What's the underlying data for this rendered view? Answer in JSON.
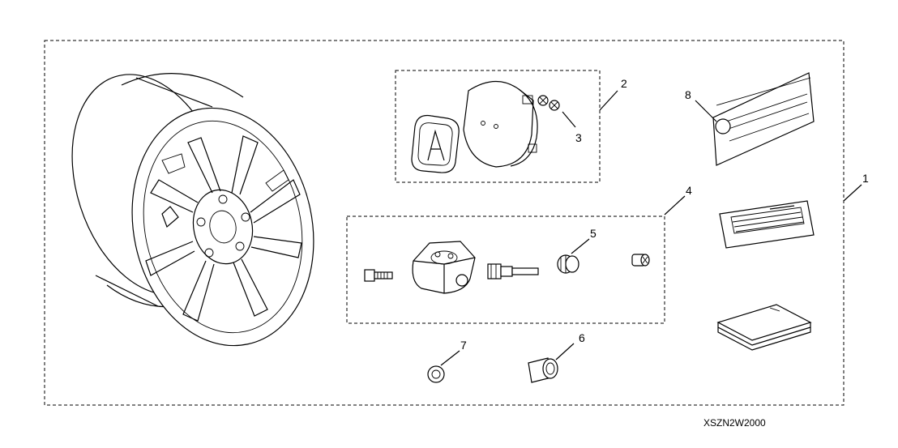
{
  "diagram": {
    "callouts": {
      "c1": "1",
      "c2": "2",
      "c3": "3",
      "c4": "4",
      "c5": "5",
      "c6": "6",
      "c7": "7",
      "c8": "8"
    },
    "drawing_code": "XSZN2W2000"
  }
}
